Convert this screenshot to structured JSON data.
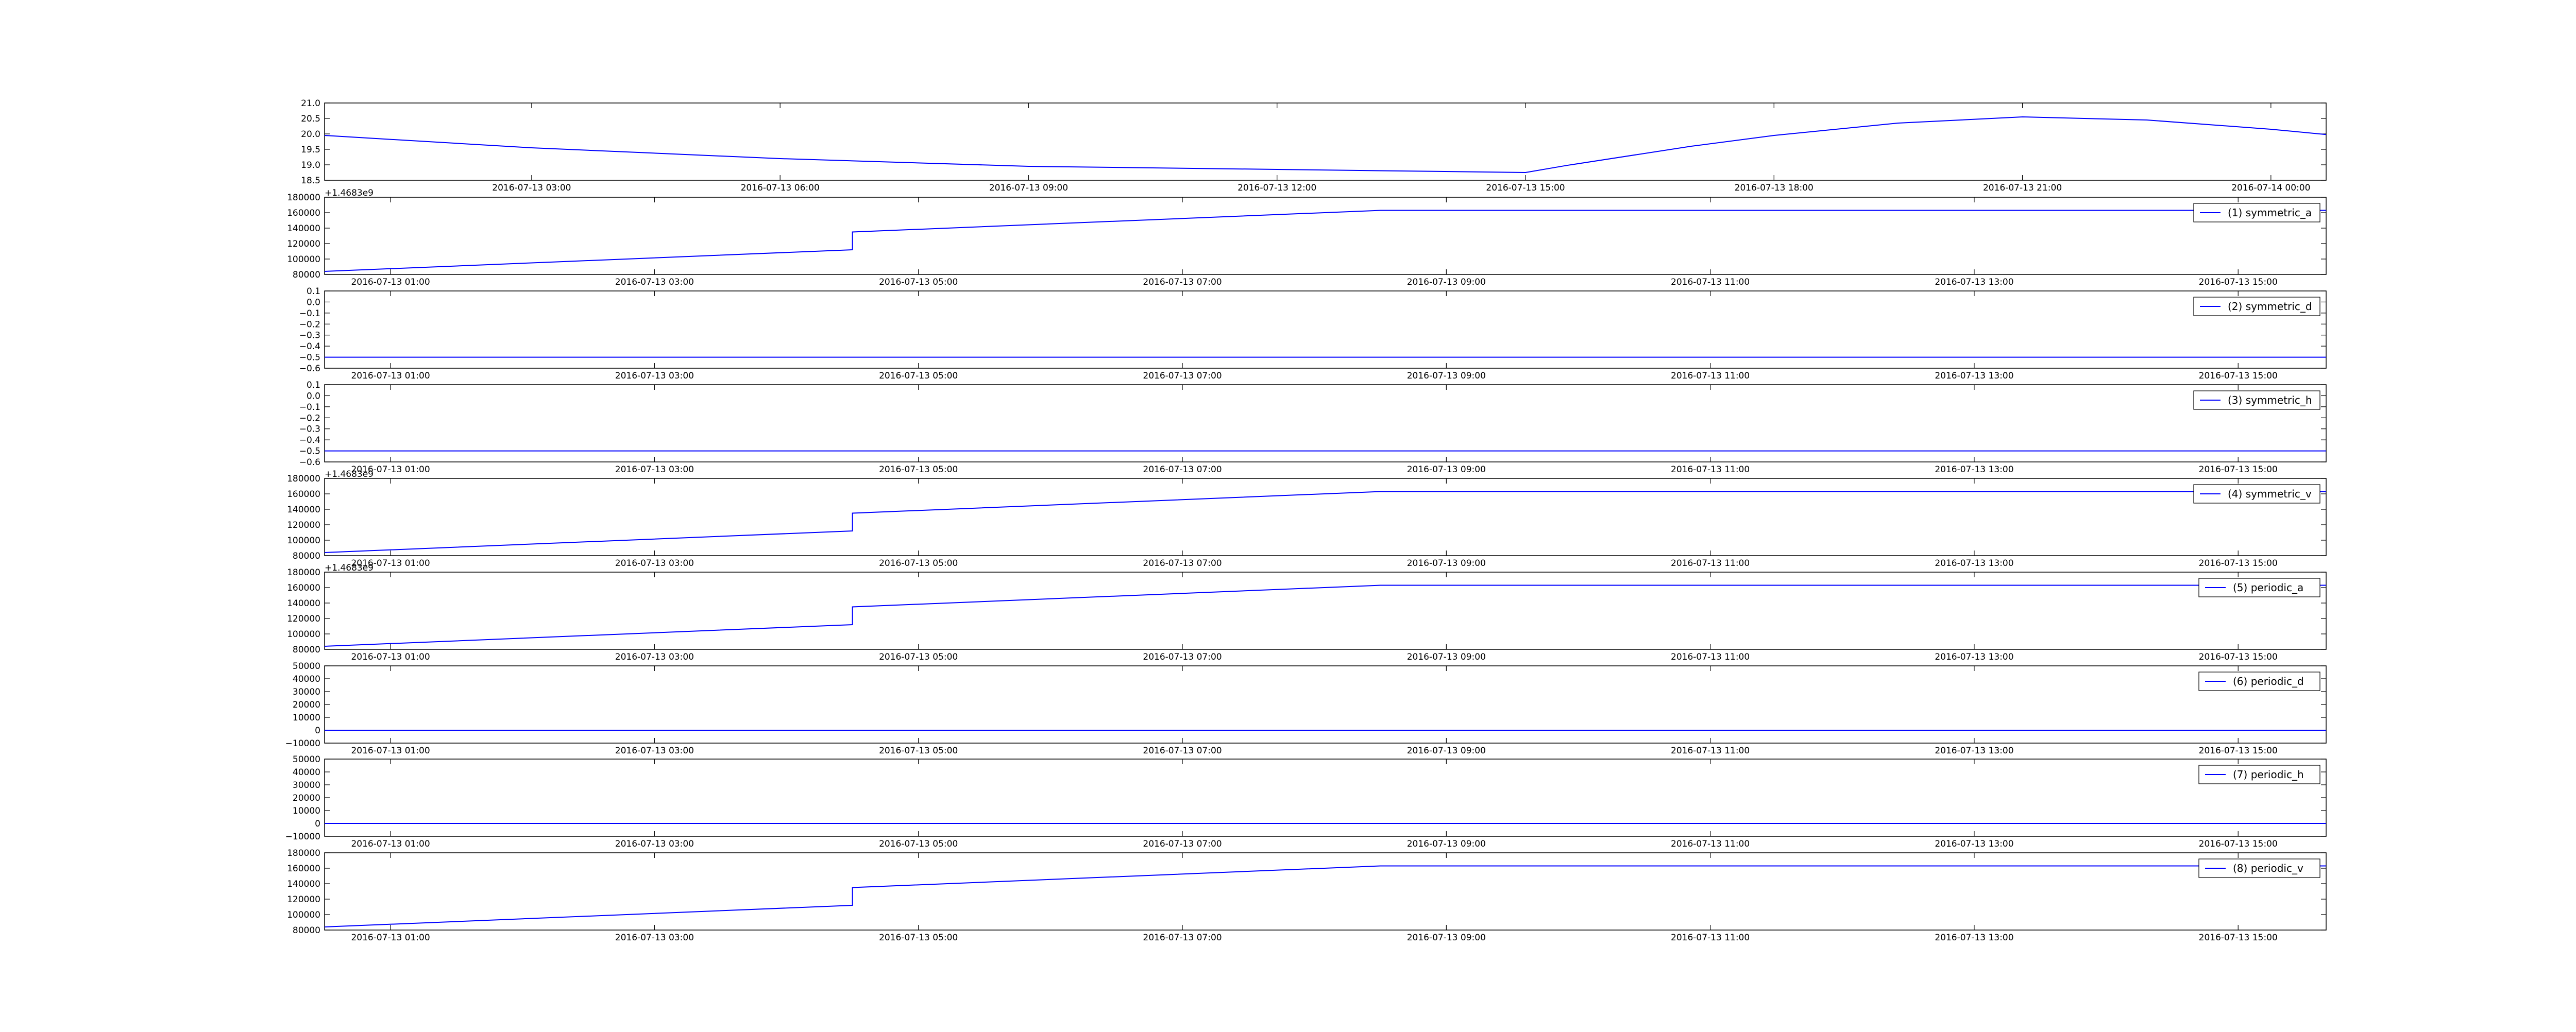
{
  "chart_data": [
    {
      "type": "line",
      "x": [
        "2016-07-13 00:30",
        "2016-07-13 03:00",
        "2016-07-13 06:00",
        "2016-07-13 09:00",
        "2016-07-13 12:00",
        "2016-07-13 15:00",
        "2016-07-13 15:30",
        "2016-07-13 17:00",
        "2016-07-13 18:00",
        "2016-07-13 19:30",
        "2016-07-13 21:00",
        "2016-07-13 22:30",
        "2016-07-14 00:00",
        "2016-07-14 00:40"
      ],
      "series": [
        {
          "values": [
            19.95,
            19.55,
            19.2,
            18.95,
            18.85,
            18.75,
            18.98,
            19.6,
            19.95,
            20.35,
            20.55,
            20.45,
            20.15,
            19.98
          ]
        }
      ],
      "xlim": [
        "2016-07-13 00:30",
        "2016-07-14 00:40"
      ],
      "ylim": [
        18.5,
        21.0
      ],
      "x_ticks": [
        "2016-07-13 03:00",
        "2016-07-13 06:00",
        "2016-07-13 09:00",
        "2016-07-13 12:00",
        "2016-07-13 15:00",
        "2016-07-13 18:00",
        "2016-07-13 21:00",
        "2016-07-14 00:00"
      ],
      "y_ticks": [
        "18.5",
        "19.0",
        "19.5",
        "20.0",
        "20.5",
        "21.0"
      ],
      "offset_text": "",
      "legend": ""
    },
    {
      "type": "line",
      "x": [
        "2016-07-13 00:30",
        "2016-07-13 04:30",
        "2016-07-13 04:30",
        "2016-07-13 08:30",
        "2016-07-13 15:40"
      ],
      "series": [
        {
          "name": "(1) symmetric_a",
          "values": [
            84000,
            112000,
            135000,
            163000,
            163000
          ]
        }
      ],
      "xlim": [
        "2016-07-13 00:30",
        "2016-07-13 15:40"
      ],
      "ylim": [
        80000,
        180000
      ],
      "x_ticks": [
        "2016-07-13 01:00",
        "2016-07-13 03:00",
        "2016-07-13 05:00",
        "2016-07-13 07:00",
        "2016-07-13 09:00",
        "2016-07-13 11:00",
        "2016-07-13 13:00",
        "2016-07-13 15:00"
      ],
      "y_ticks": [
        "80000",
        "100000",
        "120000",
        "140000",
        "160000",
        "180000"
      ],
      "offset_text": "+1.4683e9",
      "legend": "(1) symmetric_a"
    },
    {
      "type": "line",
      "x": [
        "2016-07-13 00:30",
        "2016-07-13 15:40"
      ],
      "series": [
        {
          "name": "(2) symmetric_d",
          "values": [
            -0.5,
            -0.5
          ]
        }
      ],
      "xlim": [
        "2016-07-13 00:30",
        "2016-07-13 15:40"
      ],
      "ylim": [
        -0.6,
        0.1
      ],
      "x_ticks": [
        "2016-07-13 01:00",
        "2016-07-13 03:00",
        "2016-07-13 05:00",
        "2016-07-13 07:00",
        "2016-07-13 09:00",
        "2016-07-13 11:00",
        "2016-07-13 13:00",
        "2016-07-13 15:00"
      ],
      "y_ticks": [
        "−0.6",
        "−0.5",
        "−0.4",
        "−0.3",
        "−0.2",
        "−0.1",
        "0.0",
        "0.1"
      ],
      "offset_text": "",
      "legend": "(2) symmetric_d"
    },
    {
      "type": "line",
      "x": [
        "2016-07-13 00:30",
        "2016-07-13 15:40"
      ],
      "series": [
        {
          "name": "(3) symmetric_h",
          "values": [
            -0.5,
            -0.5
          ]
        }
      ],
      "xlim": [
        "2016-07-13 00:30",
        "2016-07-13 15:40"
      ],
      "ylim": [
        -0.6,
        0.1
      ],
      "x_ticks": [
        "2016-07-13 01:00",
        "2016-07-13 03:00",
        "2016-07-13 05:00",
        "2016-07-13 07:00",
        "2016-07-13 09:00",
        "2016-07-13 11:00",
        "2016-07-13 13:00",
        "2016-07-13 15:00"
      ],
      "y_ticks": [
        "−0.6",
        "−0.5",
        "−0.4",
        "−0.3",
        "−0.2",
        "−0.1",
        "0.0",
        "0.1"
      ],
      "offset_text": "",
      "legend": "(3) symmetric_h"
    },
    {
      "type": "line",
      "x": [
        "2016-07-13 00:30",
        "2016-07-13 04:30",
        "2016-07-13 04:30",
        "2016-07-13 08:30",
        "2016-07-13 15:40"
      ],
      "series": [
        {
          "name": "(4) symmetric_v",
          "values": [
            84000,
            112000,
            135000,
            163000,
            163000
          ]
        }
      ],
      "xlim": [
        "2016-07-13 00:30",
        "2016-07-13 15:40"
      ],
      "ylim": [
        80000,
        180000
      ],
      "x_ticks": [
        "2016-07-13 01:00",
        "2016-07-13 03:00",
        "2016-07-13 05:00",
        "2016-07-13 07:00",
        "2016-07-13 09:00",
        "2016-07-13 11:00",
        "2016-07-13 13:00",
        "2016-07-13 15:00"
      ],
      "y_ticks": [
        "80000",
        "100000",
        "120000",
        "140000",
        "160000",
        "180000"
      ],
      "offset_text": "+1.4683e9",
      "legend": "(4) symmetric_v"
    },
    {
      "type": "line",
      "x": [
        "2016-07-13 00:30",
        "2016-07-13 04:30",
        "2016-07-13 04:30",
        "2016-07-13 08:30",
        "2016-07-13 15:40"
      ],
      "series": [
        {
          "name": "(5) periodic_a",
          "values": [
            84000,
            112000,
            135000,
            163000,
            163000
          ]
        }
      ],
      "xlim": [
        "2016-07-13 00:30",
        "2016-07-13 15:40"
      ],
      "ylim": [
        80000,
        180000
      ],
      "x_ticks": [
        "2016-07-13 01:00",
        "2016-07-13 03:00",
        "2016-07-13 05:00",
        "2016-07-13 07:00",
        "2016-07-13 09:00",
        "2016-07-13 11:00",
        "2016-07-13 13:00",
        "2016-07-13 15:00"
      ],
      "y_ticks": [
        "80000",
        "100000",
        "120000",
        "140000",
        "160000",
        "180000"
      ],
      "offset_text": "+1.4683e9",
      "legend": "(5) periodic_a"
    },
    {
      "type": "line",
      "x": [
        "2016-07-13 00:30",
        "2016-07-13 15:40"
      ],
      "series": [
        {
          "name": "(6) periodic_d",
          "values": [
            0,
            0
          ]
        }
      ],
      "xlim": [
        "2016-07-13 00:30",
        "2016-07-13 15:40"
      ],
      "ylim": [
        -10000,
        50000
      ],
      "x_ticks": [
        "2016-07-13 01:00",
        "2016-07-13 03:00",
        "2016-07-13 05:00",
        "2016-07-13 07:00",
        "2016-07-13 09:00",
        "2016-07-13 11:00",
        "2016-07-13 13:00",
        "2016-07-13 15:00"
      ],
      "y_ticks": [
        "−10000",
        "0",
        "10000",
        "20000",
        "30000",
        "40000",
        "50000"
      ],
      "offset_text": "",
      "legend": "(6) periodic_d"
    },
    {
      "type": "line",
      "x": [
        "2016-07-13 00:30",
        "2016-07-13 15:40"
      ],
      "series": [
        {
          "name": "(7) periodic_h",
          "values": [
            0,
            0
          ]
        }
      ],
      "xlim": [
        "2016-07-13 00:30",
        "2016-07-13 15:40"
      ],
      "ylim": [
        -10000,
        50000
      ],
      "x_ticks": [
        "2016-07-13 01:00",
        "2016-07-13 03:00",
        "2016-07-13 05:00",
        "2016-07-13 07:00",
        "2016-07-13 09:00",
        "2016-07-13 11:00",
        "2016-07-13 13:00",
        "2016-07-13 15:00"
      ],
      "y_ticks": [
        "−10000",
        "0",
        "10000",
        "20000",
        "30000",
        "40000",
        "50000"
      ],
      "offset_text": "",
      "legend": "(7) periodic_h"
    },
    {
      "type": "line",
      "x": [
        "2016-07-13 00:30",
        "2016-07-13 04:30",
        "2016-07-13 04:30",
        "2016-07-13 08:30",
        "2016-07-13 15:40"
      ],
      "series": [
        {
          "name": "(8) periodic_v",
          "values": [
            84000,
            112000,
            135000,
            163000,
            163000
          ]
        }
      ],
      "xlim": [
        "2016-07-13 00:30",
        "2016-07-13 15:40"
      ],
      "ylim": [
        80000,
        180000
      ],
      "x_ticks": [
        "2016-07-13 01:00",
        "2016-07-13 03:00",
        "2016-07-13 05:00",
        "2016-07-13 07:00",
        "2016-07-13 09:00",
        "2016-07-13 11:00",
        "2016-07-13 13:00",
        "2016-07-13 15:00"
      ],
      "y_ticks": [
        "80000",
        "100000",
        "120000",
        "140000",
        "160000",
        "180000"
      ],
      "offset_text": "",
      "legend": "(8) periodic_v"
    }
  ],
  "colors": {
    "line": "#0000ff",
    "axes": "#000000",
    "background": "#ffffff"
  }
}
